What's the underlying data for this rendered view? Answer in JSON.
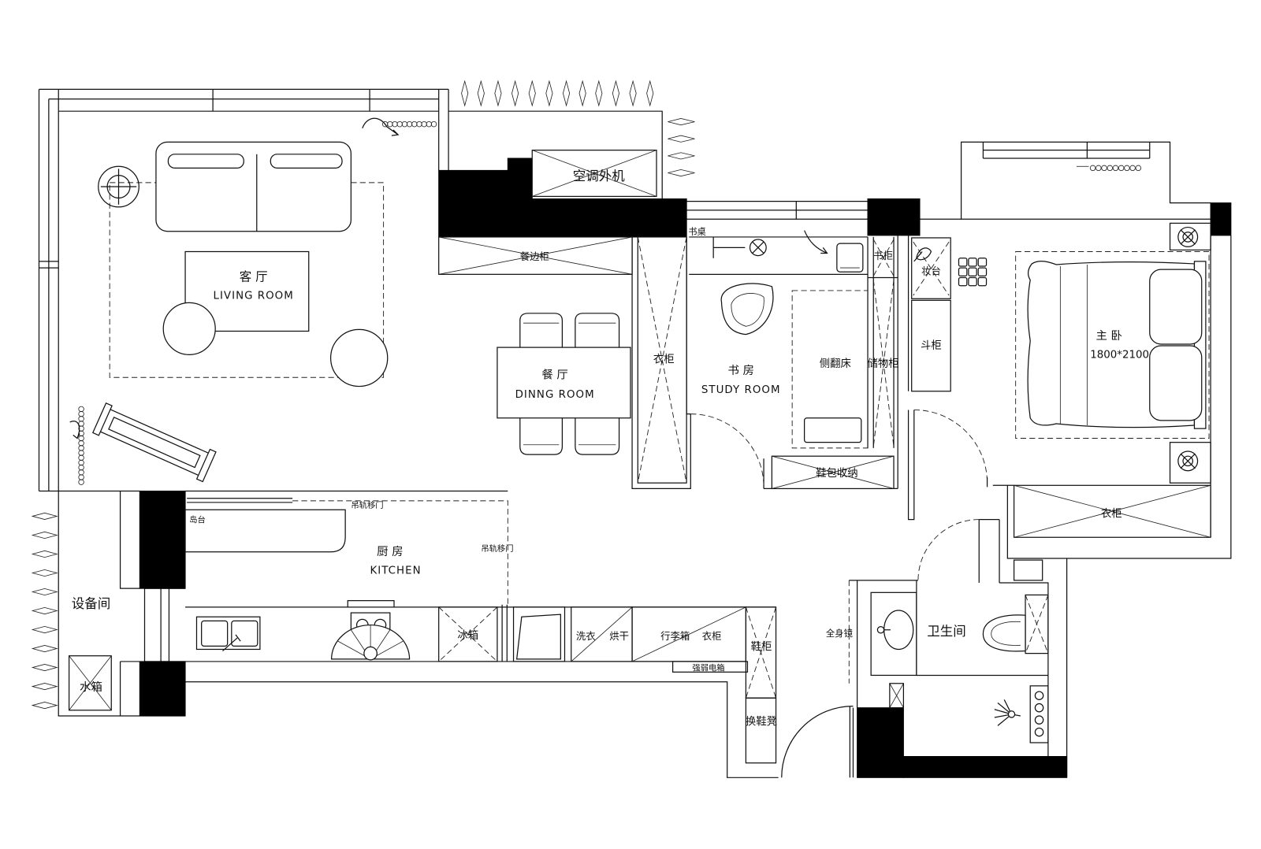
{
  "labels": {
    "living_cn": "客 厅",
    "living_en": "LIVING ROOM",
    "ac_unit": "空调外机",
    "sideboard": "餐边柜",
    "dining_cn": "餐 厅",
    "dining_en": "DINNG ROOM",
    "hall_wardrobe": "衣柜",
    "desk": "书桌",
    "study_cn": "书 房",
    "study_en": "STUDY ROOM",
    "folding_bed": "侧翻床",
    "bookcase": "书柜",
    "storage_cabinet": "储物柜",
    "shoe_bag_storage": "鞋包收纳",
    "vanity_table": "妆台",
    "chest_of_drawers": "斗柜",
    "master_cn": "主 卧",
    "bed_size": "1800*2100",
    "master_wardrobe": "衣柜",
    "sliding_door_top": "吊轨移门",
    "sliding_door_side": "吊轨移门",
    "island": "岛台",
    "kitchen_cn": "厨 房",
    "kitchen_en": "KITCHEN",
    "equipment_room": "设备间",
    "water_tank": "水箱",
    "fridge": "冰箱",
    "washer": "洗衣",
    "dryer": "烘干",
    "luggage": "行李箱",
    "luggage_wardrobe": "衣柜",
    "shoe_cabinet": "鞋柜",
    "electrical_box": "强弱电箱",
    "shoe_bench": "换鞋凳",
    "full_mirror": "全身镜",
    "bathroom": "卫生间"
  }
}
